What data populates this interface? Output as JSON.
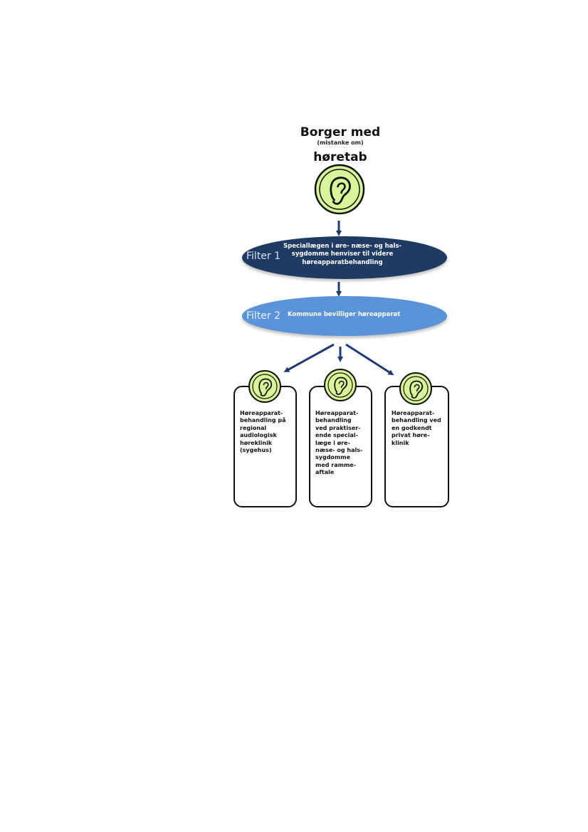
{
  "citizen": {
    "line1": "Borger med",
    "line2": "(mistanke om)",
    "line3": "høretab",
    "icon": "ear-icon"
  },
  "filters": [
    {
      "label": "Filter 1",
      "text": "Speciallægen i øre- næse- og hals-\nsygdomme henviser til videre\nhøreapparatbehandling",
      "color": "#1f3b63",
      "label_color": "#d6e4f5"
    },
    {
      "label": "Filter 2",
      "text": "Kommune bevilliger høreapparat",
      "color": "#5b93d9",
      "label_color": "#e8f0fb"
    }
  ],
  "options": [
    {
      "text": "Høreapparat-\nbehandling på\nregional\naudiologisk\nhøreklinik\n(sygehus)",
      "icon": "ear-icon"
    },
    {
      "text": "Høreapparat-\nbehandling\nved praktiser-\nende special-\nlæge i øre-\nnæse- og hals-\nsygdomme\nmed ramme-\naftale",
      "icon": "ear-icon"
    },
    {
      "text": "Høreapparat-\nbehandling ved\nen godkendt\nprivat høre-\nklinik",
      "icon": "ear-icon"
    }
  ],
  "colors": {
    "icon_fill": "#d9f59a",
    "arrow": "#1f3b72"
  }
}
